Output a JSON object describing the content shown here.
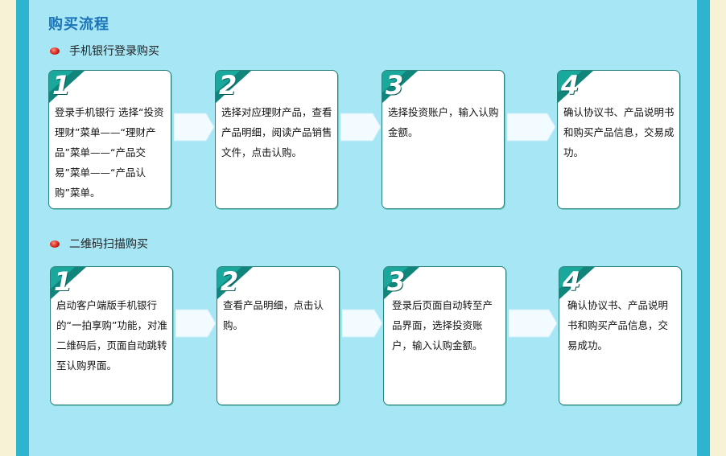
{
  "page_title": "购买流程",
  "sections": [
    {
      "title": "手机银行登录购买",
      "steps": [
        {
          "num": "1",
          "text": "登录手机银行 选择“投资理财”菜单——“理财产品”菜单——“产品交易”菜单——“产品认购”菜单。"
        },
        {
          "num": "2",
          "text": "选择对应理财产品，查看产品明细，阅读产品销售文件，点击认购。"
        },
        {
          "num": "3",
          "text": "选择投资账户，输入认购金额。"
        },
        {
          "num": "4",
          "text": "确认协议书、产品说明书和购买产品信息，交易成功。"
        }
      ]
    },
    {
      "title": "二维码扫描购买",
      "steps": [
        {
          "num": "1",
          "text": "启动客户端版手机银行的“一拍享购”功能，对准二维码后，页面自动跳转至认购界面。"
        },
        {
          "num": "2",
          "text": "查看产品明细，点击认购。"
        },
        {
          "num": "3",
          "text": "登录后页面自动转至产品界面，选择投资账户，输入认购金额。"
        },
        {
          "num": "4",
          "text": "确认协议书、产品说明书和购买产品信息，交易成功。"
        }
      ]
    }
  ],
  "colors": {
    "panel": "#a7e6f5",
    "frame": "#2eb4cf",
    "outer": "#f7f1d6",
    "title": "#1b73b8",
    "card_border": "#27837c",
    "tag": "#10857c"
  }
}
